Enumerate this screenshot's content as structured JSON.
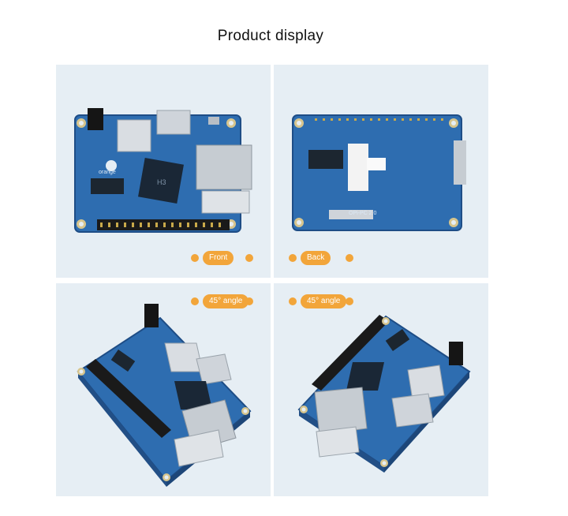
{
  "page": {
    "title": "Product display"
  },
  "views": [
    {
      "id": "front",
      "label": "Front"
    },
    {
      "id": "back",
      "label": "Back"
    },
    {
      "id": "angle-left",
      "label": "45° angle"
    },
    {
      "id": "angle-right",
      "label": "45° angle"
    }
  ],
  "board_markings": {
    "brand": "orange",
    "chip": "H3",
    "back_label": "OPi-PC 2.0"
  },
  "colors": {
    "board": "#2e6db0",
    "board_dark": "#224f86",
    "panel_bg": "#e6eef4",
    "tag": "#f2a53a"
  }
}
